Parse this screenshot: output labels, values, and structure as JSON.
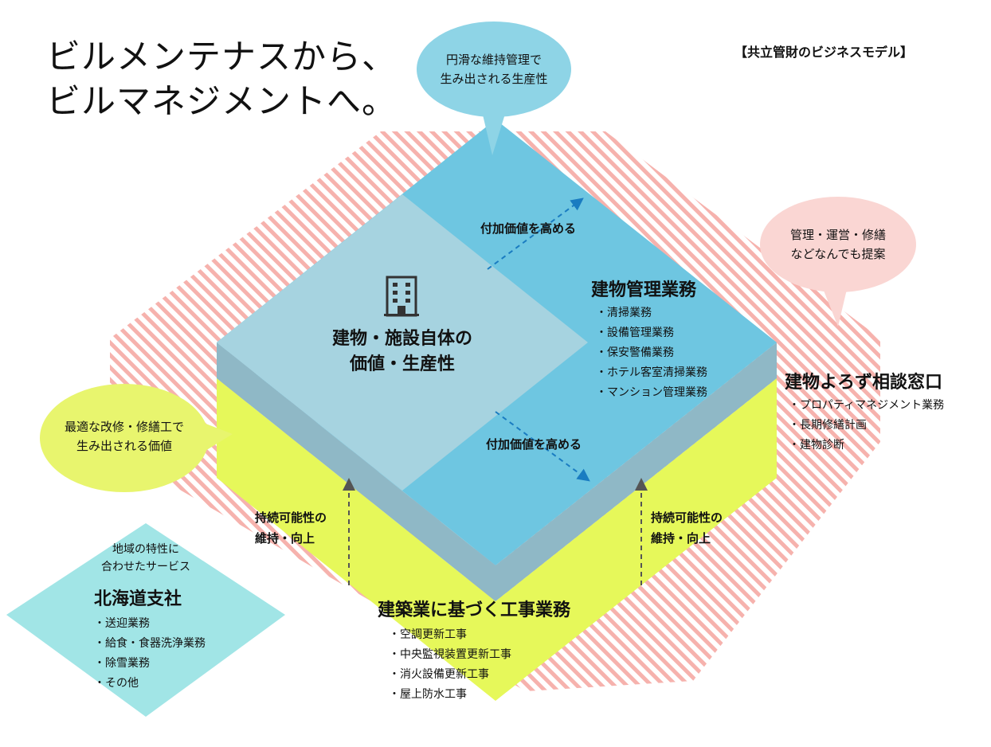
{
  "headline": {
    "line1": "ビルメンテナスから、",
    "line2": "ビルマネジメントへ。"
  },
  "model_label": "【共立管財のビジネスモデル】",
  "center": {
    "line1": "建物・施設自体の",
    "line2": "価値・生産性"
  },
  "bubble_top": {
    "line1": "円滑な維持管理で",
    "line2": "生み出される生産性"
  },
  "bubble_right": {
    "line1": "管理・運営・修繕",
    "line2": "などなんでも提案"
  },
  "bubble_left": {
    "line1": "最適な改修・修繕工で",
    "line2": "生み出される価値"
  },
  "arrow_label_top": "付加価値を高める",
  "arrow_label_mid": "付加価値を高める",
  "side_left": {
    "line1": "持続可能性の",
    "line2": "維持・向上"
  },
  "side_right": {
    "line1": "持続可能性の",
    "line2": "維持・向上"
  },
  "building_mgmt": {
    "title": "建物管理業務",
    "items": [
      "清掃業務",
      "設備管理業務",
      "保安警備業務",
      "ホテル客室清掃業務",
      "マンション管理業務"
    ]
  },
  "consultation": {
    "title": "建物よろず相談窓口",
    "items": [
      "プロパティマネジメント業務",
      "長期修繕計画",
      "建物診断"
    ]
  },
  "construction": {
    "title": "建築業に基づく工事業務",
    "items": [
      "空調更新工事",
      "中央監視装置更新工事",
      "消火設備更新工事",
      "屋上防水工事"
    ]
  },
  "hokkaido": {
    "subtitle1": "地域の特性に",
    "subtitle2": "合わせたサービス",
    "title": "北海道支社",
    "items": [
      "送迎業務",
      "給食・食器洗浄業務",
      "除雪業務",
      "その他"
    ]
  },
  "colors": {
    "top_blue": "#6ec6e1",
    "light_blue": "#a6d3e0",
    "gray_band": "#8fb8c6",
    "yellow_green": "#e6f85a",
    "stripe_pink": "#f6b2ad",
    "bubble_blue": "#8ed4e6",
    "bubble_pink": "#fad6d3",
    "bubble_yellow": "#e8f56e",
    "hokkaido_teal": "#a1e5e6",
    "arrow_blue": "#1a7cc1",
    "arrow_gray": "#555555"
  }
}
